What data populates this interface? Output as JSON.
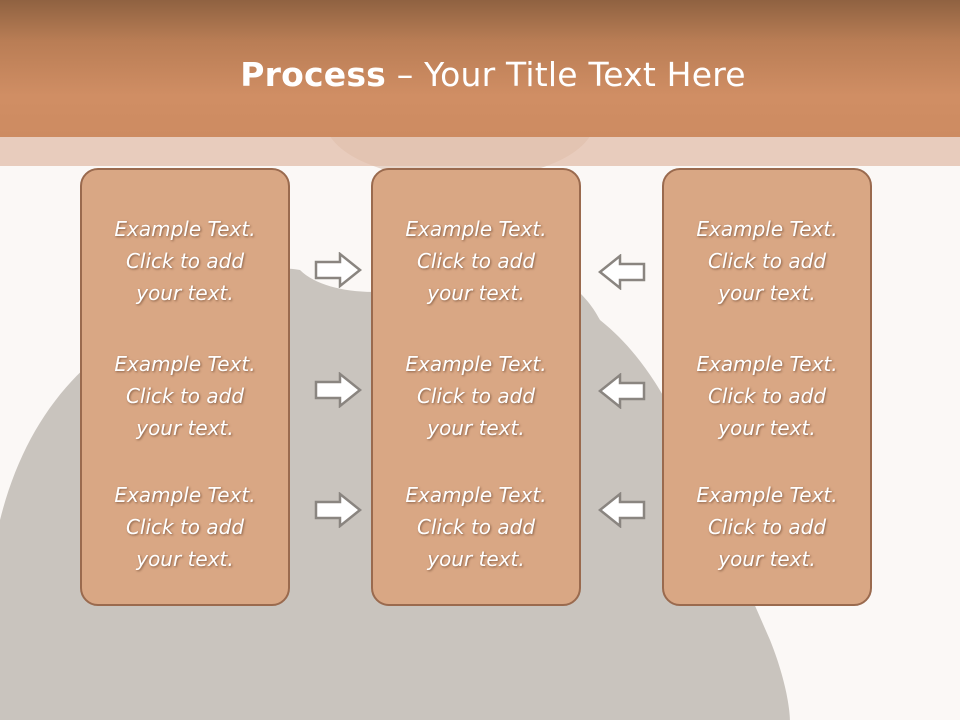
{
  "title": {
    "bold": "Process",
    "rest": " – Your Title Text Here"
  },
  "columns": [
    {
      "cells": [
        "Example Text.\nClick  to add\nyour text.",
        "Example Text.\nClick  to add\nyour text.",
        "Example Text.\nClick  to add\nyour text."
      ]
    },
    {
      "cells": [
        "Example Text.\nClick  to add\nyour text.",
        "Example Text.\nClick  to add\nyour text.",
        "Example Text.\nClick  to add\nyour text."
      ]
    },
    {
      "cells": [
        "Example Text.\nClick  to add\nyour text.",
        "Example Text.\nClick  to add\nyour text.",
        "Example Text.\nClick  to add\nyour text."
      ]
    }
  ],
  "icons": {
    "arrow_right": "arrow-right-icon",
    "arrow_left": "arrow-left-icon"
  },
  "colors": {
    "title_bar": "#c98a61",
    "box_fill": "#d9a784",
    "box_border": "#9a6a4e",
    "text": "#ffffff",
    "background": "#fbf8f6"
  }
}
